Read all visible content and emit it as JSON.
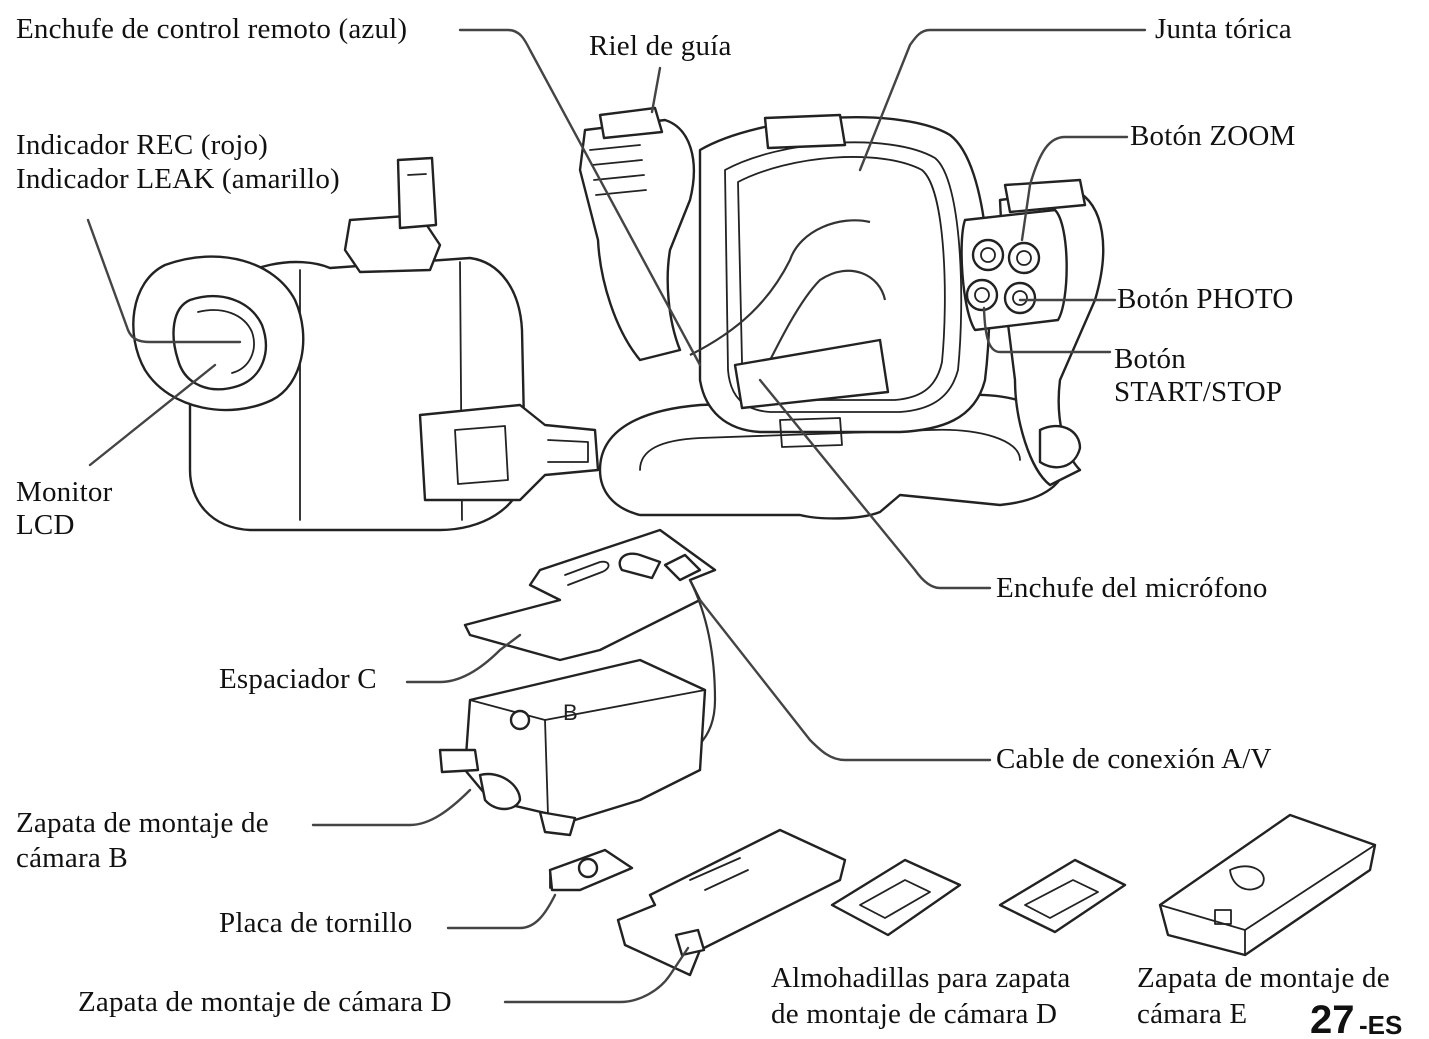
{
  "labels": {
    "remote_plug": "Enchufe de control remoto (azul)",
    "guide_rail": "Riel de guía",
    "o_ring": "Junta tórica",
    "rec_indicator": "Indicador REC (rojo)",
    "leak_indicator": "Indicador LEAK (amarillo)",
    "zoom_button": "Botón ZOOM",
    "photo_button": "Botón PHOTO",
    "start_stop_line1": "Botón",
    "start_stop_line2": "START/STOP",
    "lcd_line1": "Monitor",
    "lcd_line2": "LCD",
    "mic_plug": "Enchufe del micrófono",
    "spacer_c": "Espaciador C",
    "av_cable": "Cable de conexión A/V",
    "shoe_b_line1": "Zapata de montaje de",
    "shoe_b_line2": "cámara B",
    "screw_plate": "Placa de tornillo",
    "shoe_d": "Zapata de montaje de cámara D",
    "pads_line1": "Almohadillas para zapata",
    "pads_line2": "de montaje de cámara D",
    "shoe_e_line1": "Zapata de montaje de",
    "shoe_e_line2": "cámara E",
    "shoe_b_mark": "B"
  },
  "page": {
    "number": "27",
    "suffix": "-ES"
  }
}
